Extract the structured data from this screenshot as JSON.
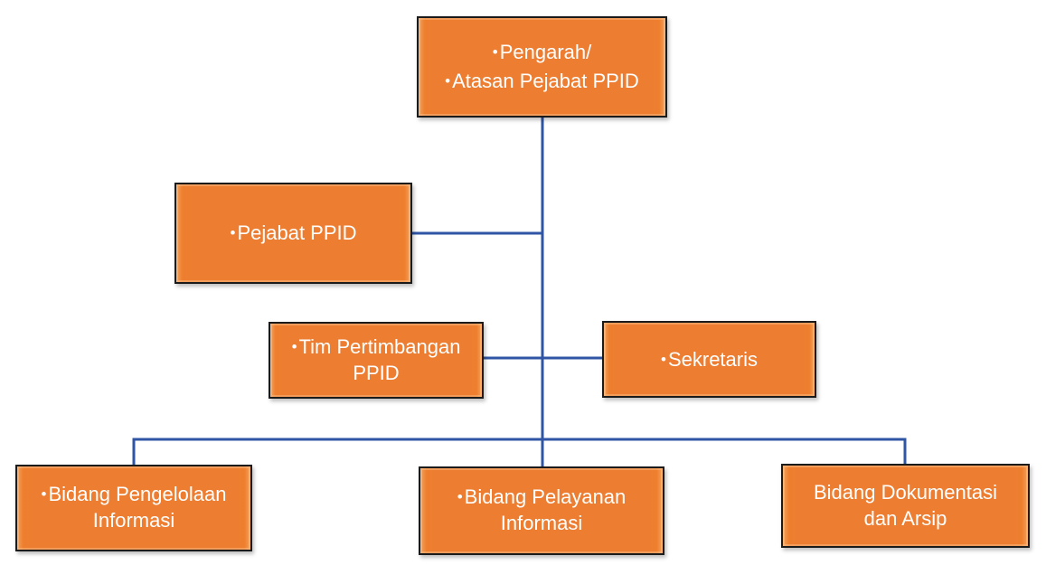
{
  "colors": {
    "box_fill": "#ed7d31",
    "box_text": "#ffffff",
    "box_border": "#1b1b1b",
    "connector": "#2f55a4"
  },
  "nodes": {
    "pengarah": {
      "line1": "Pengarah/",
      "line2": "Atasan Pejabat PPID"
    },
    "pejabat_ppid": {
      "line1": "Pejabat PPID"
    },
    "tim_pertimbangan": {
      "line1": "Tim Pertimbangan",
      "line2": "PPID"
    },
    "sekretaris": {
      "line1": "Sekretaris"
    },
    "bidang_pengelolaan": {
      "line1": "Bidang Pengelolaan",
      "line2": "Informasi"
    },
    "bidang_pelayanan": {
      "line1": "Bidang Pelayanan",
      "line2": "Informasi"
    },
    "bidang_dokumentasi": {
      "line1": "Bidang Dokumentasi",
      "line2": "dan Arsip"
    }
  }
}
